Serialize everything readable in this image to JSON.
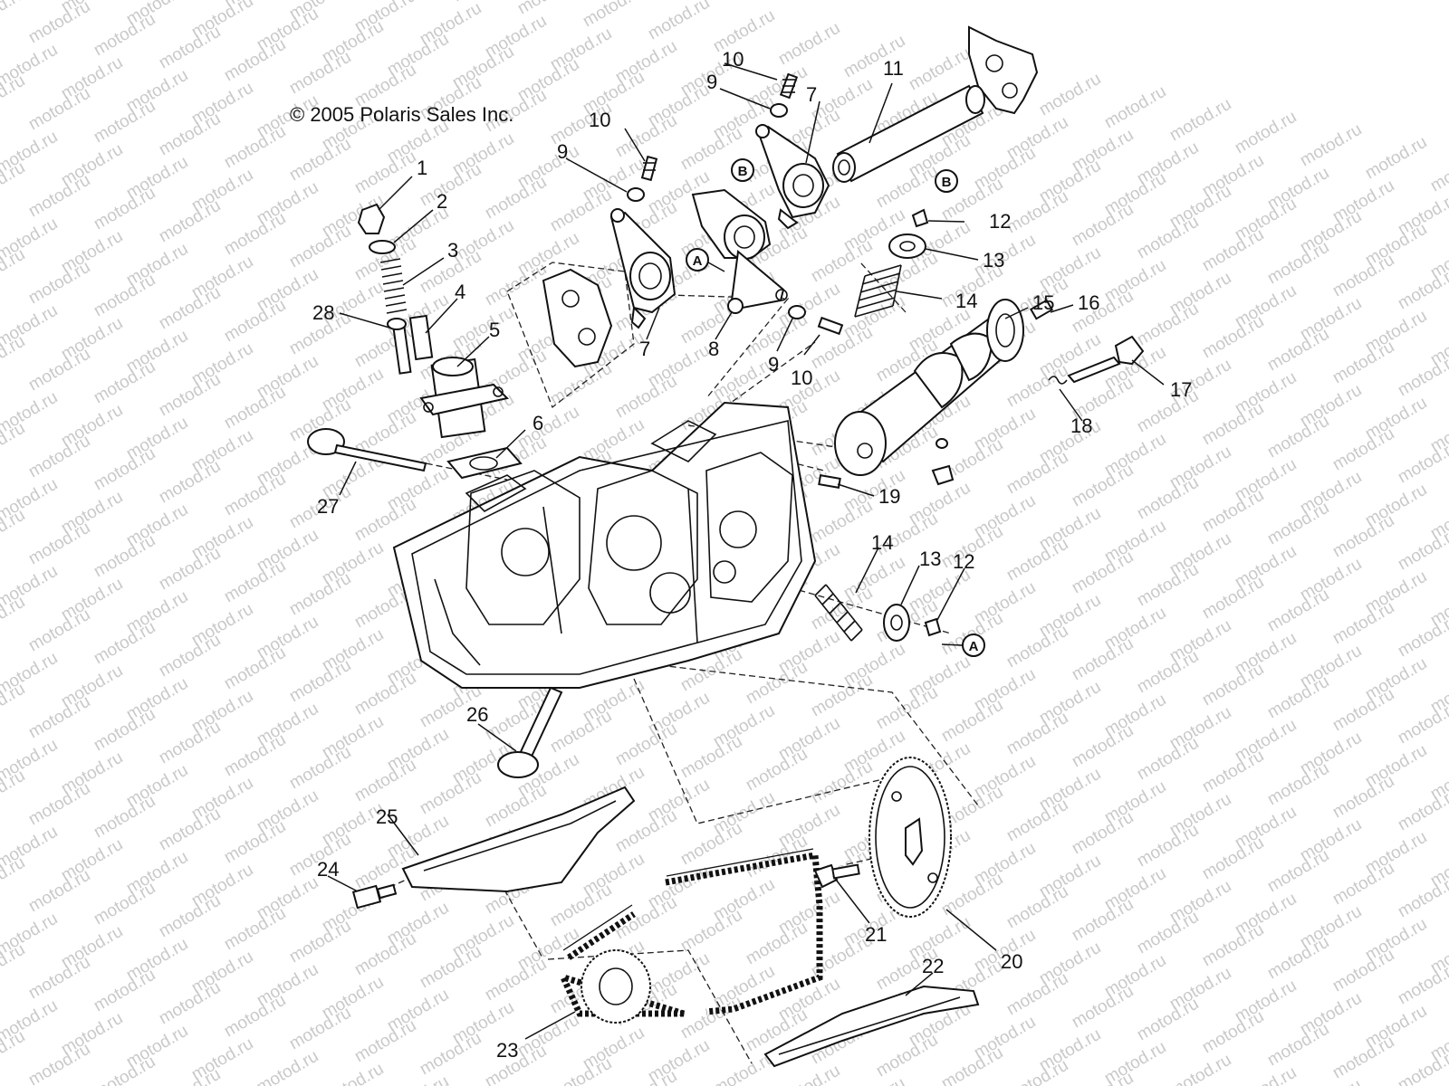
{
  "copyright": "© 2005 Polaris Sales Inc.",
  "watermark_text": "motod.ru",
  "callouts": [
    {
      "id": "c1",
      "label": "1"
    },
    {
      "id": "c2",
      "label": "2"
    },
    {
      "id": "c3",
      "label": "3"
    },
    {
      "id": "c4",
      "label": "4"
    },
    {
      "id": "c5",
      "label": "5"
    },
    {
      "id": "c6",
      "label": "6"
    },
    {
      "id": "c7a",
      "label": "7"
    },
    {
      "id": "c7b",
      "label": "7"
    },
    {
      "id": "c8",
      "label": "8"
    },
    {
      "id": "c9a",
      "label": "9"
    },
    {
      "id": "c9b",
      "label": "9"
    },
    {
      "id": "c9c",
      "label": "9"
    },
    {
      "id": "c10a",
      "label": "10"
    },
    {
      "id": "c10b",
      "label": "10"
    },
    {
      "id": "c10c",
      "label": "10"
    },
    {
      "id": "c11",
      "label": "11"
    },
    {
      "id": "c12a",
      "label": "12"
    },
    {
      "id": "c12b",
      "label": "12"
    },
    {
      "id": "c13a",
      "label": "13"
    },
    {
      "id": "c13b",
      "label": "13"
    },
    {
      "id": "c14a",
      "label": "14"
    },
    {
      "id": "c14b",
      "label": "14"
    },
    {
      "id": "c15",
      "label": "15"
    },
    {
      "id": "c16",
      "label": "16"
    },
    {
      "id": "c17",
      "label": "17"
    },
    {
      "id": "c18",
      "label": "18"
    },
    {
      "id": "c19",
      "label": "19"
    },
    {
      "id": "c20",
      "label": "20"
    },
    {
      "id": "c21",
      "label": "21"
    },
    {
      "id": "c22",
      "label": "22"
    },
    {
      "id": "c23",
      "label": "23"
    },
    {
      "id": "c24",
      "label": "24"
    },
    {
      "id": "c25",
      "label": "25"
    },
    {
      "id": "c26",
      "label": "26"
    },
    {
      "id": "c27",
      "label": "27"
    },
    {
      "id": "c28",
      "label": "28"
    }
  ],
  "references": [
    {
      "id": "refB1",
      "label": "B"
    },
    {
      "id": "refB2",
      "label": "B"
    },
    {
      "id": "refA1",
      "label": "A"
    },
    {
      "id": "refA2",
      "label": "A"
    }
  ]
}
